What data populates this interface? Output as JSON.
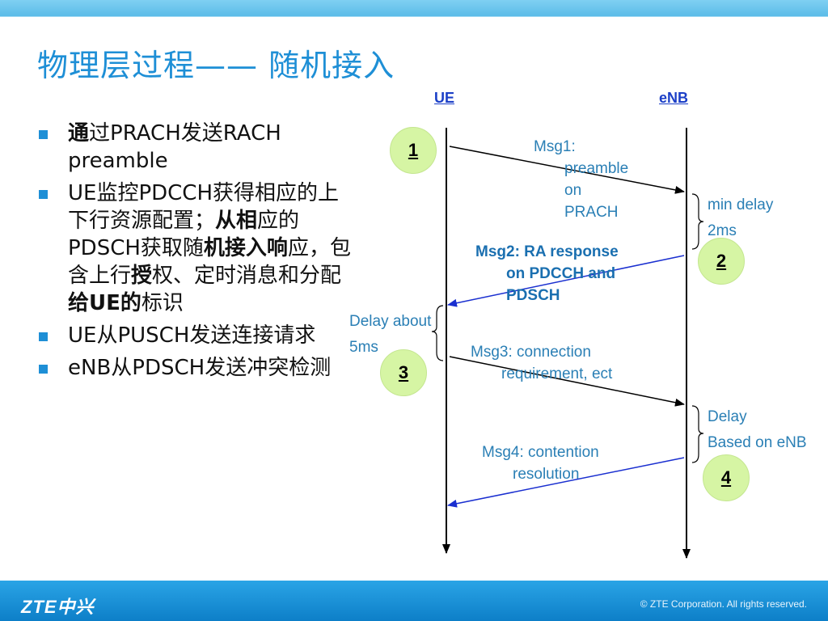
{
  "slide": {
    "title": "物理层过程—— 随机接入"
  },
  "bullets": [
    {
      "parts": [
        {
          "text": "通",
          "bold": true
        },
        {
          "text": "过PRACH发送RACH preamble",
          "bold": false
        }
      ]
    },
    {
      "parts": [
        {
          "text": "UE监控PDCCH获得相应的上下行资源配置；",
          "bold": false
        },
        {
          "text": "从相",
          "bold": true
        },
        {
          "text": "应的PDSCH获取随",
          "bold": false
        },
        {
          "text": "机接入响",
          "bold": true
        },
        {
          "text": "应，包含上行",
          "bold": false
        },
        {
          "text": "授",
          "bold": true
        },
        {
          "text": "权、定时消息和分配",
          "bold": false
        },
        {
          "text": "给UE的",
          "bold": true
        },
        {
          "text": "标识",
          "bold": false
        }
      ]
    },
    {
      "parts": [
        {
          "text": " UE从PUSCH发送连接请求",
          "bold": false
        }
      ]
    },
    {
      "parts": [
        {
          "text": "eNB从PDSCH发送冲突检测",
          "bold": false
        }
      ]
    }
  ],
  "diagram": {
    "ue_label": "UE",
    "enb_label": "eNB",
    "msg1": [
      "Msg1:",
      "preamble",
      "on",
      "PRACH"
    ],
    "msg2": [
      "Msg2: RA response",
      "on PDCCH and",
      "PDSCH"
    ],
    "msg3": [
      "Msg3: connection",
      "requirement, ect"
    ],
    "msg4": [
      "Msg4: contention",
      "resolution"
    ],
    "min_delay": [
      "min delay",
      "2ms"
    ],
    "delay_about": [
      "Delay about",
      "5ms"
    ],
    "delay_enb": [
      "Delay",
      "Based on eNB"
    ],
    "steps": [
      "1",
      "2",
      "3",
      "4"
    ]
  },
  "footer": {
    "logo": "ZTE中兴",
    "copyright": "© ZTE Corporation. All rights reserved."
  },
  "colors": {
    "title_blue": "#1e8fd6",
    "msg_text": "#2a7fb5",
    "arrow_black": "#000000",
    "arrow_blue": "#1a2fd0",
    "badge_green": "#d6f5a4"
  }
}
